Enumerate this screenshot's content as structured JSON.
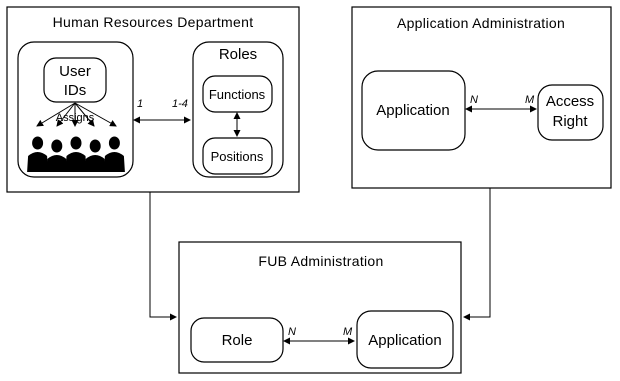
{
  "containers": {
    "hr_department": "Human Resources Department",
    "app_administration": "Application Administration",
    "fub_administration": "FUB Administration"
  },
  "hr": {
    "user_ids_line1": "User",
    "user_ids_line2": "IDs",
    "assigns": "Assigns",
    "roles": "Roles",
    "functions": "Functions",
    "positions": "Positions",
    "mult_left": "1",
    "mult_right": "1-4"
  },
  "app_admin": {
    "application": "Application",
    "access_line1": "Access",
    "access_line2": "Right",
    "mult_left": "N",
    "mult_right": "M"
  },
  "fub": {
    "role": "Role",
    "application": "Application",
    "mult_left": "N",
    "mult_right": "M"
  },
  "user_group_count": 5
}
